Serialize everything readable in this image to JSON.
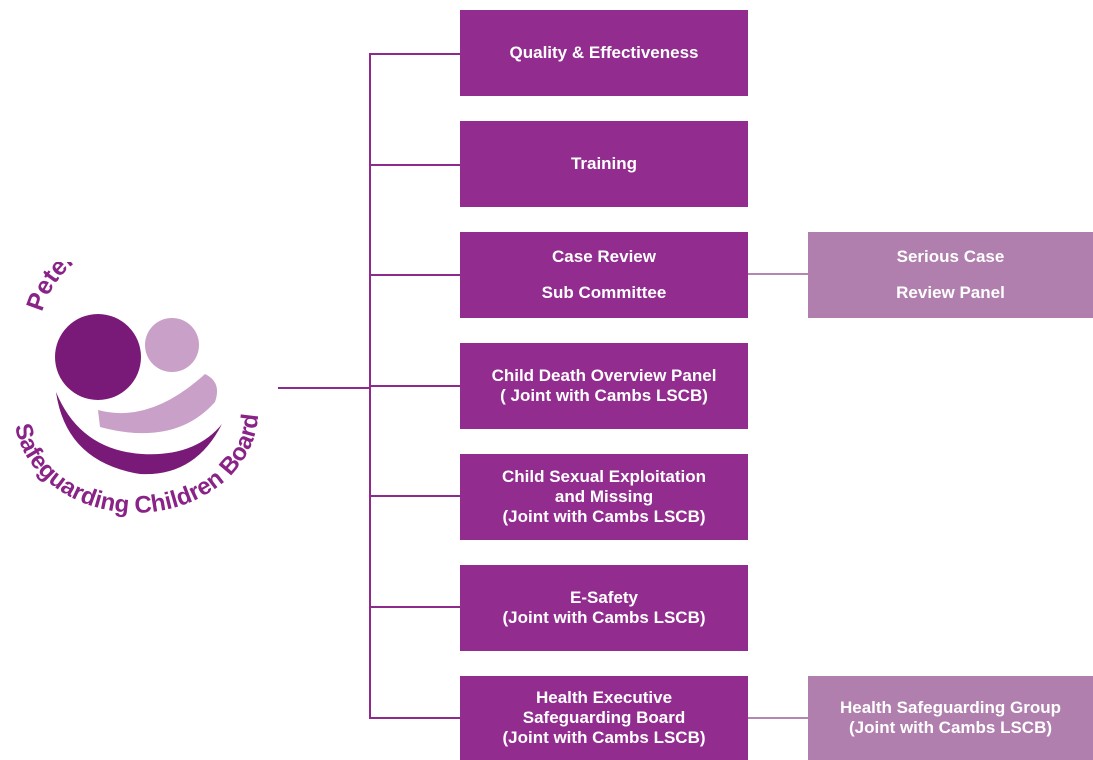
{
  "logo": {
    "top_text": "Peterborough",
    "bottom_text": "Safeguarding Children Board"
  },
  "boxes": [
    {
      "lines": [
        "Quality & Effectiveness"
      ]
    },
    {
      "lines": [
        "Training"
      ]
    },
    {
      "lines": [
        "Case Review",
        "Sub Committee"
      ]
    },
    {
      "lines": [
        "Child Death Overview Panel",
        "( Joint with Cambs LSCB)"
      ]
    },
    {
      "lines": [
        "Child Sexual Exploitation",
        "and Missing",
        "(Joint with Cambs LSCB)"
      ]
    },
    {
      "lines": [
        "E-Safety",
        "(Joint with Cambs LSCB)"
      ]
    },
    {
      "lines": [
        "Health Executive",
        "Safeguarding Board",
        "(Joint with Cambs LSCB)"
      ]
    }
  ],
  "side_boxes": [
    {
      "lines": [
        "Serious Case",
        "Review Panel"
      ]
    },
    {
      "lines": [
        "Health Safeguarding Group",
        "(Joint with Cambs LSCB)"
      ]
    }
  ],
  "colors": {
    "primary": "#922d8f",
    "secondary": "#b07fae",
    "logo_dark": "#7a1a78",
    "logo_light": "#c9a0c8"
  }
}
